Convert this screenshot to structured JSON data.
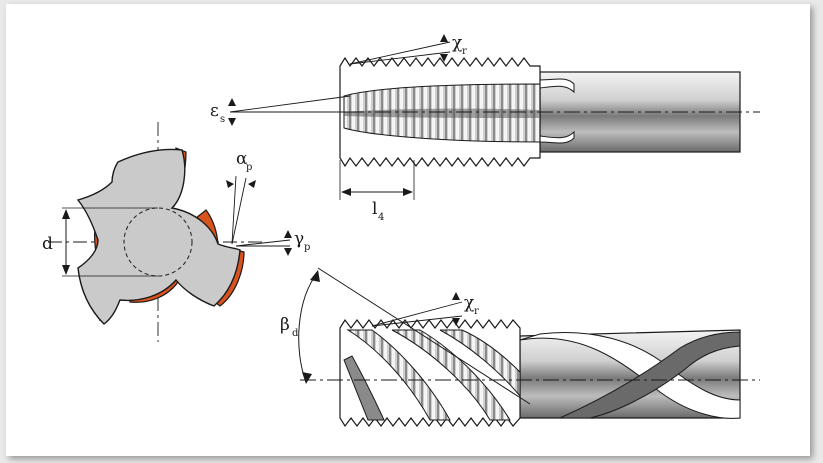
{
  "labels": {
    "chi_top": "χ",
    "chi_top_sub": "r",
    "epsilon": "ε",
    "epsilon_sub": "s",
    "l": "l",
    "l_sub": "4",
    "alpha": "α",
    "alpha_sub": "p",
    "gamma": "γ",
    "gamma_sub": "p",
    "d": "d",
    "beta": "β",
    "beta_sub": "d",
    "chi_bottom": "χ",
    "chi_bottom_sub": "r"
  },
  "colors": {
    "background": "#e9e9e9",
    "panel": "#ffffff",
    "cutting_edge": "#d9531e",
    "body_gray": "#c8c8c8",
    "line": "#1a1a1a"
  }
}
